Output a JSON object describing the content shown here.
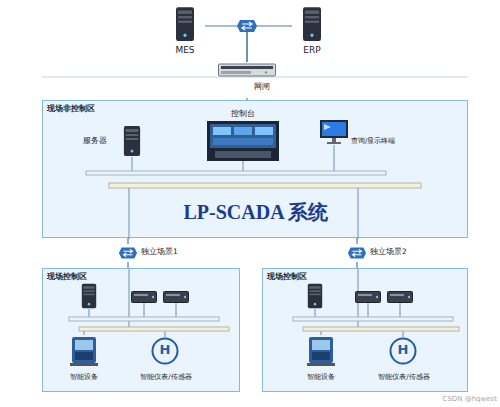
{
  "diagram": {
    "nodes": [
      {
        "text": [
          "MES"
        ]
      },
      {
        "text": [
          "ERP"
        ]
      },
      {
        "text": [
          "网闸"
        ]
      },
      {
        "text": [
          "现场非控制区"
        ]
      },
      {
        "text": [
          "服务器"
        ],
        "in": 3
      },
      {
        "text": [
          "控制台"
        ],
        "in": 3
      },
      {
        "text": [
          "查询/显示终端"
        ],
        "in": 3
      },
      {
        "text": [
          "独立场景1"
        ]
      },
      {
        "text": [
          "独立场景2"
        ]
      },
      {
        "text": [
          "现场控制区"
        ]
      },
      {
        "text": [
          "智能设备"
        ],
        "in": 9
      },
      {
        "text": [
          "H",
          "智能仪表/传感器"
        ],
        "in": 9
      },
      {
        "text": [
          "现场控制区"
        ]
      },
      {
        "text": [
          "智能设备"
        ],
        "in": 12
      },
      {
        "text": [
          "H",
          "智能仪表/传感器"
        ],
        "in": 12
      }
    ],
    "edges": [
      {
        "from": 0,
        "to": 2,
        "arrow": "none"
      },
      {
        "from": 1,
        "to": 2,
        "arrow": "none"
      },
      {
        "from": 2,
        "to": 3,
        "arrow": "none"
      },
      {
        "from": 3,
        "to": 7,
        "arrow": "none"
      },
      {
        "from": 7,
        "to": 9,
        "arrow": "none"
      },
      {
        "from": 3,
        "to": 8,
        "arrow": "none"
      },
      {
        "from": 8,
        "to": 12,
        "arrow": "none"
      }
    ],
    "labels": [
      "LP-SCADA 系统",
      "CSDN @hqwest"
    ]
  }
}
